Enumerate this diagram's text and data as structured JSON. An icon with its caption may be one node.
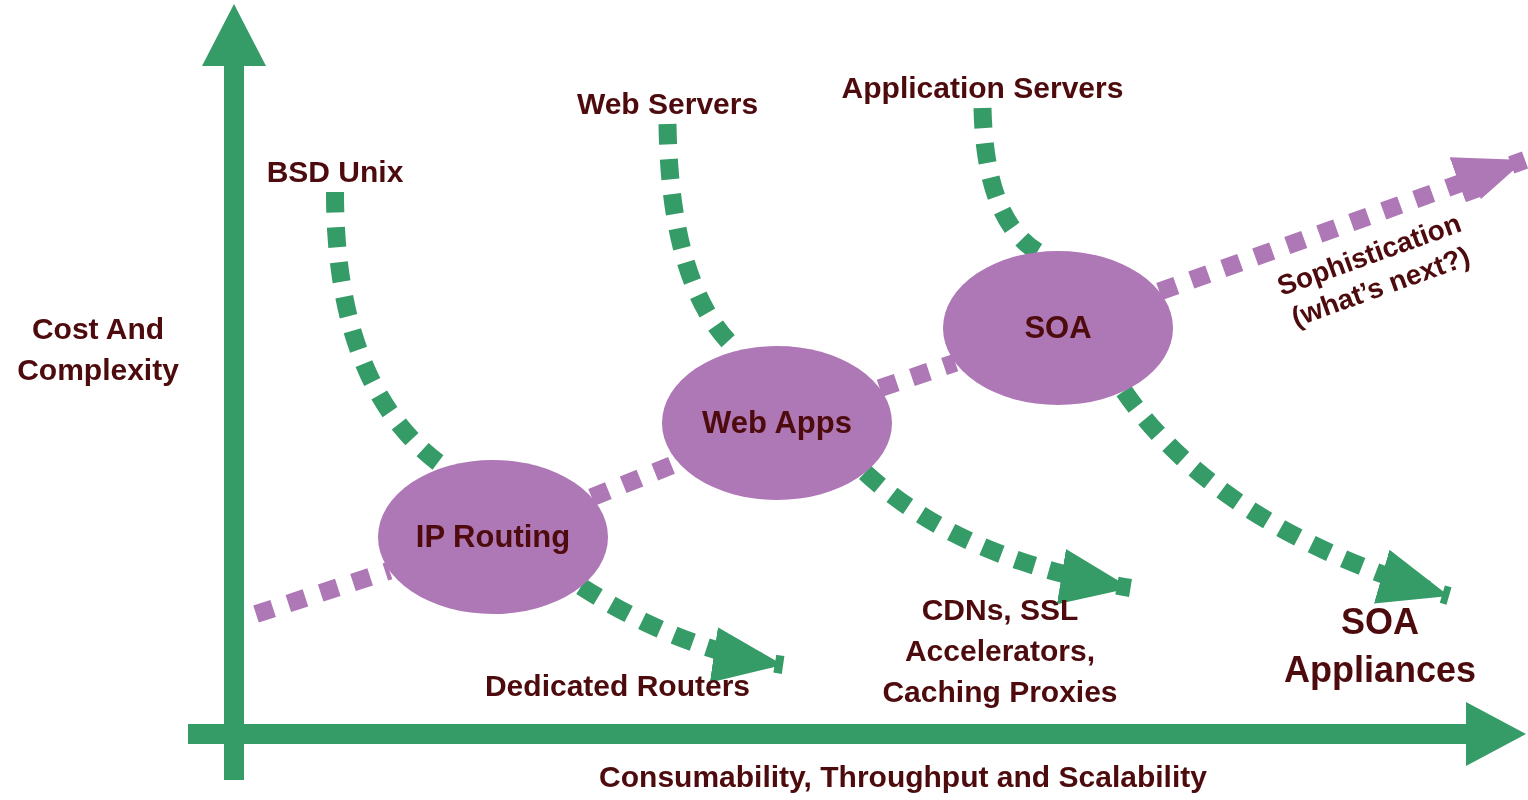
{
  "diagram": {
    "nodes": [
      {
        "text": [
          "BSD Unix"
        ]
      },
      {
        "text": [
          "Web Servers"
        ]
      },
      {
        "text": [
          "Application Servers"
        ]
      },
      {
        "text": [
          "IP Routing"
        ]
      },
      {
        "text": [
          "Web Apps"
        ]
      },
      {
        "text": [
          "SOA"
        ]
      },
      {
        "text": [
          "Dedicated Routers"
        ]
      },
      {
        "text": [
          "CDNs, SSL Accelerators, Caching Proxies"
        ]
      },
      {
        "text": [
          "SOA Appliances"
        ]
      }
    ],
    "edges": [
      {
        "from": null,
        "to": 3,
        "arrow": "none",
        "style": "dashed",
        "color": "#ae77b5"
      },
      {
        "from": 3,
        "to": 4,
        "arrow": "none",
        "style": "dashed",
        "color": "#ae77b5"
      },
      {
        "from": 4,
        "to": 5,
        "arrow": "none",
        "style": "dashed",
        "color": "#ae77b5"
      },
      {
        "from": 5,
        "to": null,
        "arrow": "to",
        "style": "dashed",
        "color": "#ae77b5",
        "label": "Sophistication (what’s next?)"
      },
      {
        "from": 0,
        "to": 3,
        "arrow": "none",
        "style": "dashed"
      },
      {
        "from": 3,
        "to": 6,
        "arrow": "to",
        "style": "dashed"
      },
      {
        "from": 1,
        "to": 4,
        "arrow": "none",
        "style": "dashed"
      },
      {
        "from": 4,
        "to": 7,
        "arrow": "to",
        "style": "dashed"
      },
      {
        "from": 2,
        "to": 5,
        "arrow": "none",
        "style": "dashed"
      },
      {
        "from": 5,
        "to": 8,
        "arrow": "to",
        "style": "dashed"
      }
    ],
    "labels": [
      "Cost And Complexity",
      "Consumability, Throughput and Scalability"
    ]
  }
}
